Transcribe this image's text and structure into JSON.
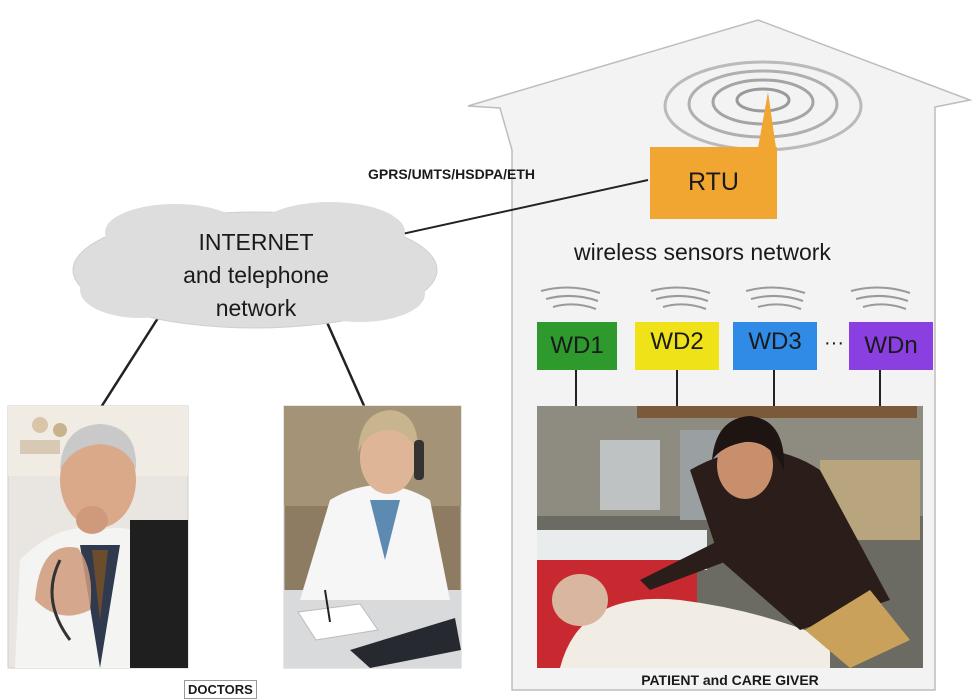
{
  "link_label": "GPRS/UMTS/HSDPA/ETH",
  "cloud": {
    "line1": "INTERNET",
    "line2": "and telephone",
    "line3": "network"
  },
  "rtu_label": "RTU",
  "wsn_label": "wireless sensors network",
  "devices": [
    {
      "label": "WD1",
      "color": "#2e9a2e"
    },
    {
      "label": "WD2",
      "color": "#efe218"
    },
    {
      "label": "WD3",
      "color": "#2f8be6"
    },
    {
      "label": "WDn",
      "color": "#8a3fe0"
    }
  ],
  "devices_ellipsis": "···",
  "doctors_caption": "DOCTORS",
  "patient_caption": "PATIENT and CARE GIVER",
  "colors": {
    "rtu": "#f0a630",
    "house": "#f2f2f2",
    "cloud": "#dedede"
  }
}
